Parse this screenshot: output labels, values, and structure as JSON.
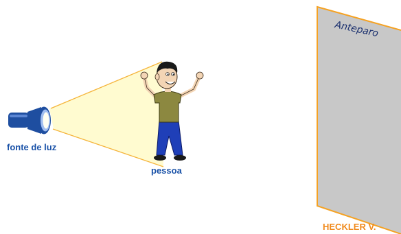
{
  "labels": {
    "light_source": "fonte de luz",
    "person": "pessoa",
    "screen": "Anteparo",
    "credit": "HECKLER V."
  },
  "colors": {
    "light_cone_fill": "#fffbd0",
    "light_cone_edge": "#f5b43a",
    "flashlight_body": "#1e4ea0",
    "screen_fill": "#c8c8c8",
    "screen_edge": "#f5a223",
    "shirt": "#8c8840",
    "pants": "#1f3fb8",
    "label_blue": "#1a52a8",
    "credit": "#f08a1c"
  },
  "icons": {
    "light_source": "flashlight-icon",
    "person": "waving-boy-figure"
  }
}
